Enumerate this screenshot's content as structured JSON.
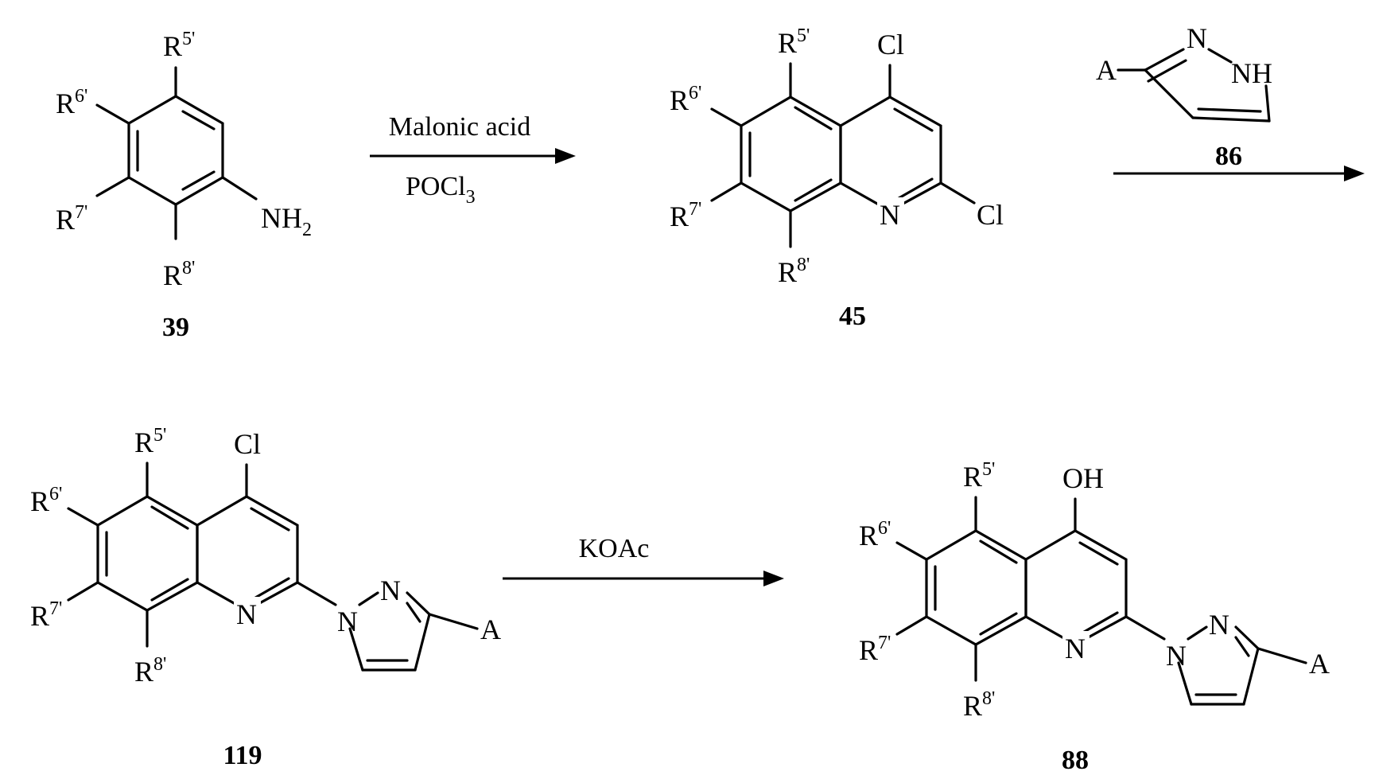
{
  "compounds": {
    "c39": {
      "number": "39",
      "substituents": {
        "r5": "R",
        "r5_sup": "5'",
        "r6": "R",
        "r6_sup": "6'",
        "r7": "R",
        "r7_sup": "7'",
        "r8": "R",
        "r8_sup": "8'"
      },
      "amine": "NH",
      "amine_sub": "2"
    },
    "c45": {
      "number": "45",
      "substituents": {
        "r5": "R",
        "r5_sup": "5'",
        "r6": "R",
        "r6_sup": "6'",
        "r7": "R",
        "r7_sup": "7'",
        "r8": "R",
        "r8_sup": "8'"
      },
      "cl4": "Cl",
      "cl2": "Cl",
      "n1": "N"
    },
    "c86": {
      "number": "86",
      "a": "A",
      "n2": "N",
      "nh": "NH"
    },
    "c119": {
      "number": "119",
      "substituents": {
        "r5": "R",
        "r5_sup": "5'",
        "r6": "R",
        "r6_sup": "6'",
        "r7": "R",
        "r7_sup": "7'",
        "r8": "R",
        "r8_sup": "8'"
      },
      "cl4": "Cl",
      "n1": "N",
      "pz_n1": "N",
      "pz_n2": "N",
      "a": "A"
    },
    "c88": {
      "number": "88",
      "substituents": {
        "r5": "R",
        "r5_sup": "5'",
        "r6": "R",
        "r6_sup": "6'",
        "r7": "R",
        "r7_sup": "7'",
        "r8": "R",
        "r8_sup": "8'"
      },
      "oh": "OH",
      "n1": "N",
      "pz_n1": "N",
      "pz_n2": "N",
      "a": "A"
    }
  },
  "reactions": {
    "step1": {
      "above": "Malonic acid",
      "below": "POCl",
      "below_sub": "3"
    },
    "step2": {
      "reagent_ref": "86"
    },
    "step3": {
      "above": "KOAc"
    }
  },
  "colors": {
    "ink": "#000000",
    "background": "#ffffff"
  }
}
